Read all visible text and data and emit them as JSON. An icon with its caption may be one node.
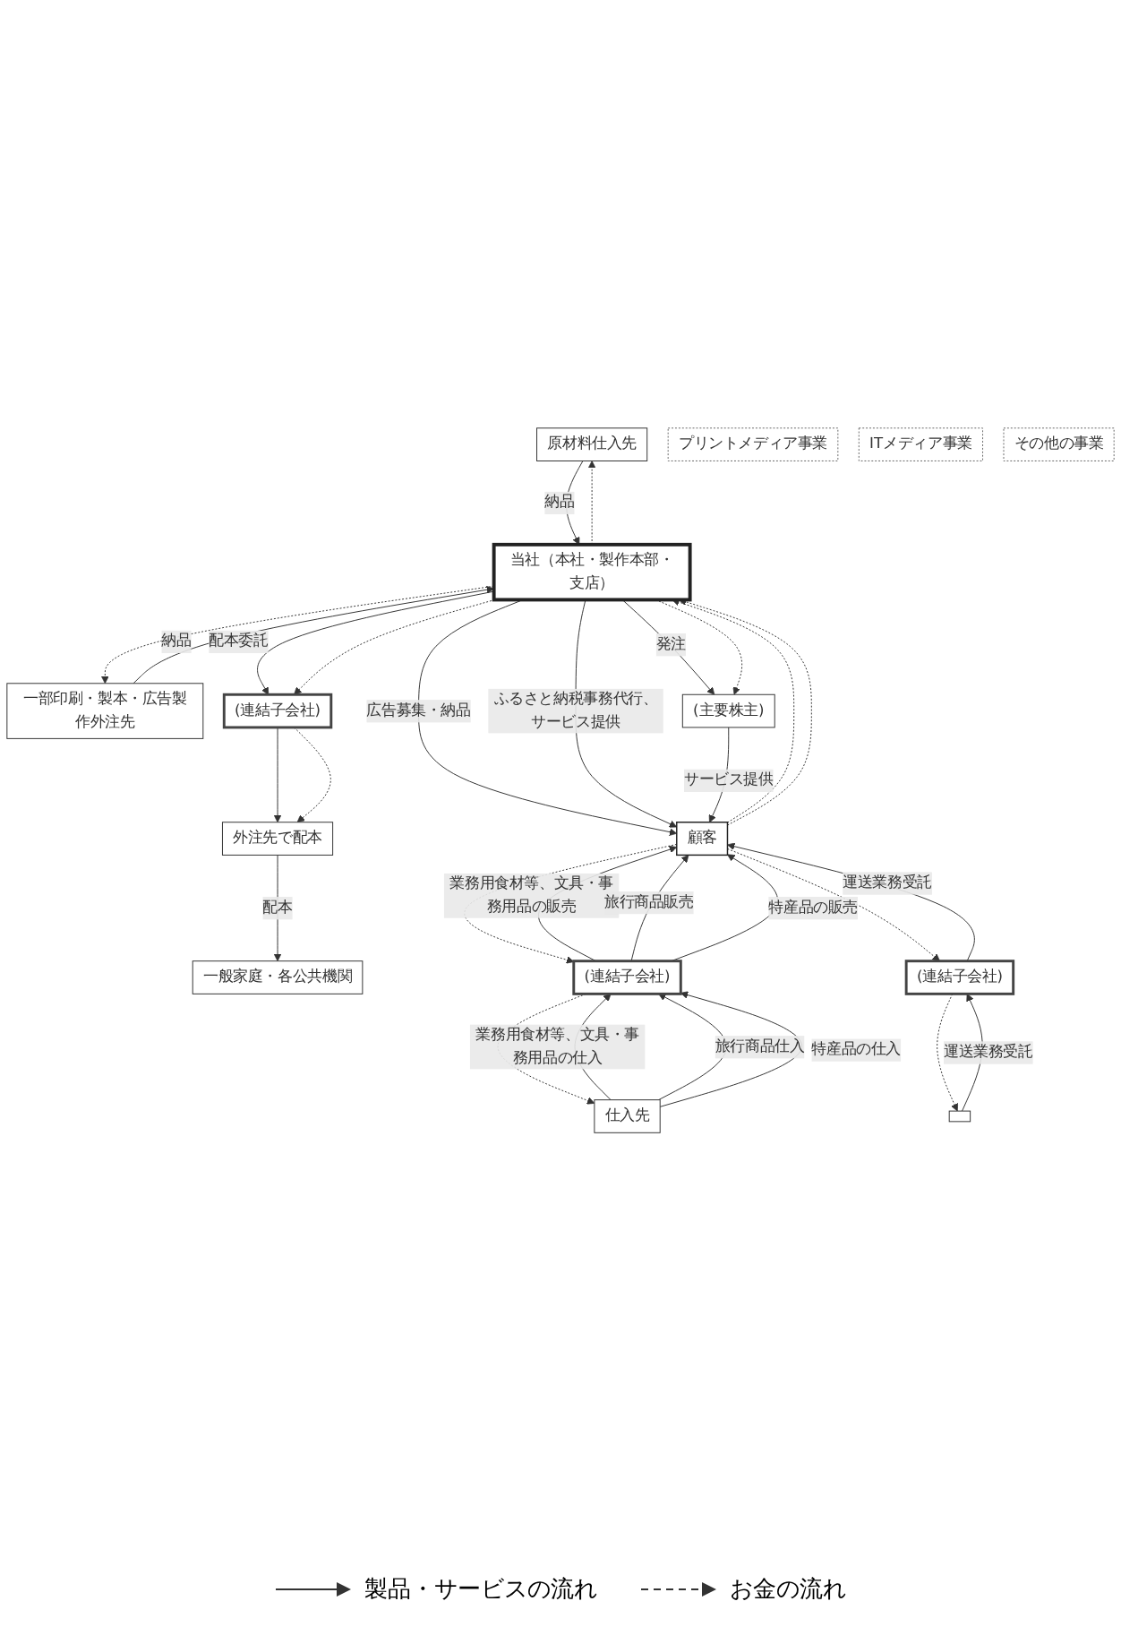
{
  "diagram": {
    "nodes": [
      {
        "text": [
          "原材料仕入先"
        ]
      },
      {
        "text": [
          "一部印刷・製本・広告製作外注先"
        ]
      },
      {
        "text": [
          "当社（本社・製作本部・支店）"
        ]
      },
      {
        "text": [
          "(連結子会社)"
        ]
      },
      {
        "text": [
          "外注先で配本"
        ]
      },
      {
        "text": [
          "一般家庭・各公共機関"
        ]
      },
      {
        "text": [
          "顧客"
        ]
      },
      {
        "text": [
          "(主要株主)"
        ]
      },
      {
        "text": [
          "仕入先"
        ]
      },
      {
        "text": [
          "(連結子会社)"
        ]
      },
      {
        "text": [],
        "shape": "box"
      },
      {
        "text": [
          "(連結子会社)"
        ]
      },
      {
        "text": [
          "プリントメディア事業"
        ]
      },
      {
        "text": [
          "ITメディア事業"
        ]
      },
      {
        "text": [
          "その他の事業"
        ]
      }
    ],
    "edges": [
      {
        "from": 0,
        "to": 2,
        "arrow": "to",
        "label": "納品"
      },
      {
        "from": 2,
        "to": 0,
        "arrow": "to",
        "style": "dashed"
      },
      {
        "from": 2,
        "to": 3,
        "arrow": "to",
        "label": "配本委託"
      },
      {
        "from": 2,
        "to": 3,
        "arrow": "to",
        "style": "dashed"
      },
      {
        "from": 3,
        "to": 4,
        "arrow": "to"
      },
      {
        "from": 3,
        "to": 4,
        "arrow": "to",
        "style": "dashed"
      },
      {
        "from": 4,
        "to": 5,
        "arrow": "to",
        "label": "配本"
      },
      {
        "from": 1,
        "to": 2,
        "arrow": "to",
        "label": "納品"
      },
      {
        "from": 2,
        "to": 1,
        "arrow": "to",
        "style": "dashed"
      },
      {
        "from": 2,
        "to": 6,
        "arrow": "to",
        "label": "広告募集・納品"
      },
      {
        "from": 6,
        "to": 2,
        "arrow": "to",
        "style": "dashed"
      },
      {
        "from": 2,
        "to": 7,
        "arrow": "to",
        "label": "発注"
      },
      {
        "from": 2,
        "to": 6,
        "arrow": "to",
        "label": "ふるさと納税事務代行、サービス提供"
      },
      {
        "from": 2,
        "to": 7,
        "arrow": "to",
        "style": "dashed"
      },
      {
        "from": 6,
        "to": 2,
        "arrow": "to",
        "style": "dashed"
      },
      {
        "from": 7,
        "to": 6,
        "arrow": "to",
        "label": "サービス提供"
      },
      {
        "from": 8,
        "to": 9,
        "arrow": "to",
        "label": "業務用食材等、文具・事務用品の仕入"
      },
      {
        "from": 8,
        "to": 9,
        "arrow": "to",
        "label": "旅行商品仕入"
      },
      {
        "from": 8,
        "to": 9,
        "arrow": "to",
        "label": "特産品の仕入"
      },
      {
        "from": 9,
        "to": 6,
        "arrow": "to",
        "label": "業務用食材等、文具・事務用品の販売"
      },
      {
        "from": 9,
        "to": 6,
        "arrow": "to",
        "label": "旅行商品販売"
      },
      {
        "from": 9,
        "to": 6,
        "arrow": "to",
        "label": "特産品の販売"
      },
      {
        "from": 6,
        "to": 9,
        "arrow": "to",
        "style": "dashed"
      },
      {
        "from": 9,
        "to": 8,
        "arrow": "to",
        "style": "dashed"
      },
      {
        "from": 10,
        "to": 11,
        "arrow": "to",
        "label": "運送業務受託"
      },
      {
        "from": 11,
        "to": 6,
        "arrow": "to",
        "label": "運送業務受託"
      },
      {
        "from": 6,
        "to": 11,
        "arrow": "to",
        "style": "dashed"
      },
      {
        "from": 11,
        "to": 10,
        "arrow": "to",
        "style": "dashed"
      }
    ],
    "legend": [
      {
        "text": "製品・サービスの流れ"
      },
      {
        "text": "お金の流れ"
      }
    ]
  }
}
